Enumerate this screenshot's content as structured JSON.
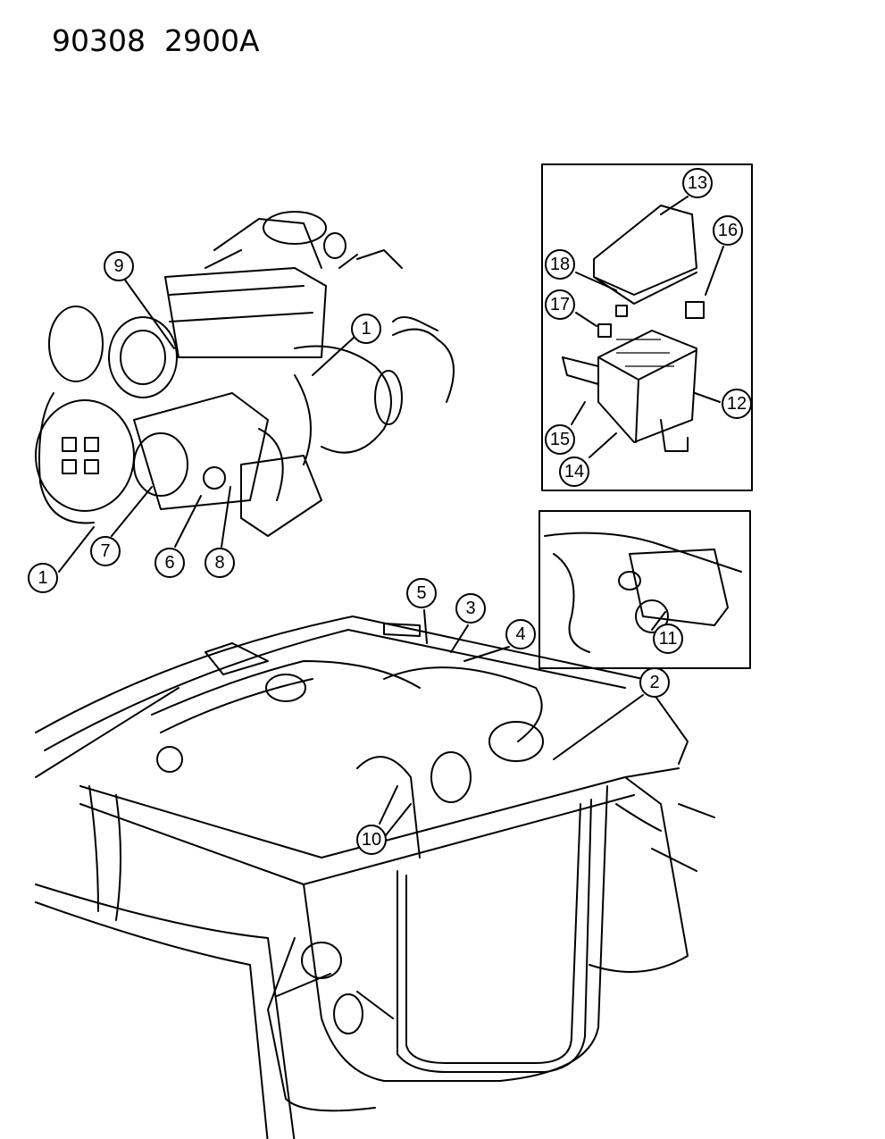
{
  "header": {
    "code": "90308  2900A"
  },
  "callouts": [
    {
      "id": "c9",
      "label": "9"
    },
    {
      "id": "c1a",
      "label": "1"
    },
    {
      "id": "c1b",
      "label": "1"
    },
    {
      "id": "c7",
      "label": "7"
    },
    {
      "id": "c6",
      "label": "6"
    },
    {
      "id": "c8",
      "label": "8"
    },
    {
      "id": "c13",
      "label": "13"
    },
    {
      "id": "c16",
      "label": "16"
    },
    {
      "id": "c18",
      "label": "18"
    },
    {
      "id": "c17",
      "label": "17"
    },
    {
      "id": "c12",
      "label": "12"
    },
    {
      "id": "c15",
      "label": "15"
    },
    {
      "id": "c14",
      "label": "14"
    },
    {
      "id": "c11",
      "label": "11"
    },
    {
      "id": "c5",
      "label": "5"
    },
    {
      "id": "c3",
      "label": "3"
    },
    {
      "id": "c4",
      "label": "4"
    },
    {
      "id": "c2",
      "label": "2"
    },
    {
      "id": "c10",
      "label": "10"
    }
  ]
}
